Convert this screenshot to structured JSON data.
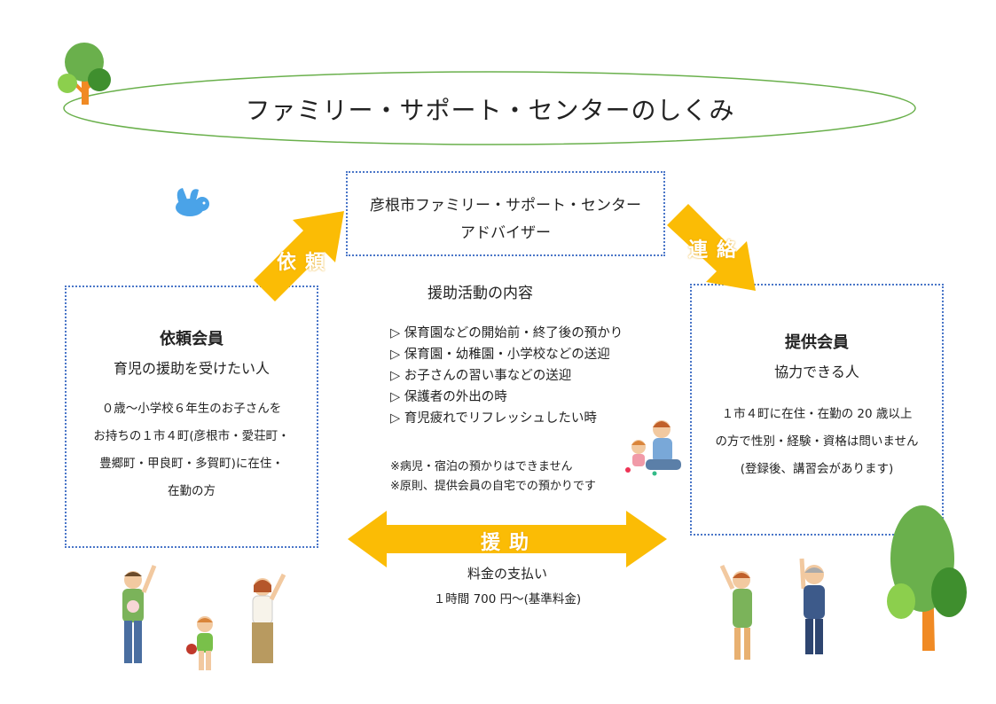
{
  "title": "ファミリー・サポート・センターのしくみ",
  "center_box": {
    "line1": "彦根市ファミリー・サポート・センター",
    "line2": "アドバイザー"
  },
  "left_box": {
    "heading": "依頼会員",
    "subheading": "育児の援助を受けたい人",
    "desc": [
      "０歳～小学校６年生のお子さんを",
      "お持ちの１市４町(彦根市・愛荘町・",
      "豊郷町・甲良町・多賀町)に在住・",
      "在勤の方"
    ]
  },
  "right_box": {
    "heading": "提供会員",
    "subheading": "協力できる人",
    "desc": [
      "１市４町に在住・在勤の 20 歳以上",
      "の方で性別・経験・資格は問いません",
      "(登録後、講習会があります)"
    ]
  },
  "activities": {
    "heading": "援助活動の内容",
    "items": [
      "保育園などの開始前・終了後の預かり",
      "保育園・幼稚園・小学校などの送迎",
      "お子さんの習い事などの送迎",
      "保護者の外出の時",
      "育児疲れでリフレッシュしたい時"
    ],
    "notes": [
      "※病児・宿泊の預かりはできません",
      "※原則、提供会員の自宅での預かりです"
    ]
  },
  "arrows": {
    "request": "依頼",
    "contact": "連絡",
    "support": "援助"
  },
  "fee": {
    "label": "料金の支払い",
    "detail": "１時間 700 円～(基準料金)"
  },
  "colors": {
    "arrow": "#fbbc05",
    "border": "#4a76c8",
    "tree_green": "#6ab04c",
    "tree_trunk": "#f08a24"
  },
  "icons": [
    "tree-icon",
    "bird-icon",
    "family-illustration",
    "childcare-illustration",
    "helpers-illustration"
  ]
}
